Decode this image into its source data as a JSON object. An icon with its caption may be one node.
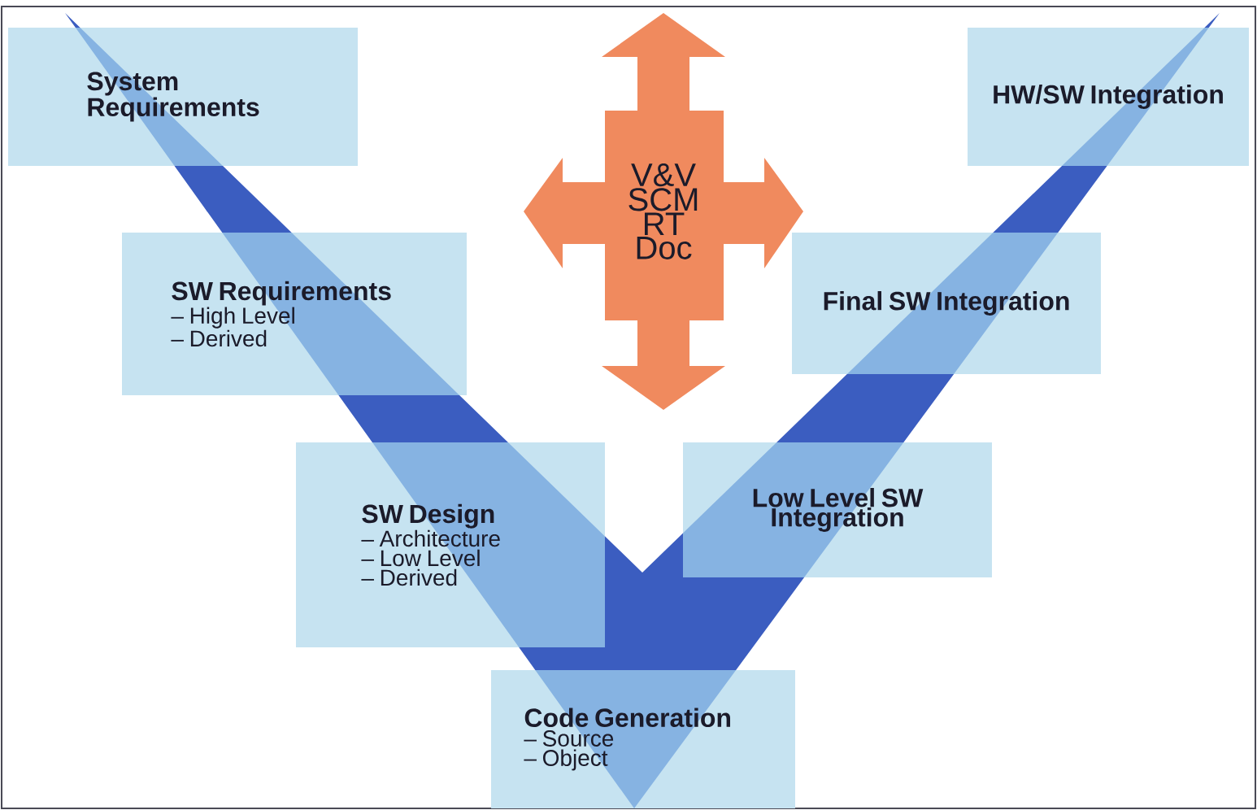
{
  "diagram": {
    "nodes": [
      {
        "text": [
          "System Requirements"
        ]
      },
      {
        "text": [
          "SW Requirements",
          "– High Level",
          "– Derived"
        ]
      },
      {
        "text": [
          "SW Design",
          "– Architecture",
          "– Low Level",
          "– Derived"
        ]
      },
      {
        "text": [
          "Code Generation",
          "– Source",
          "– Object"
        ]
      },
      {
        "text": [
          "Low Level SW Integration"
        ]
      },
      {
        "text": [
          "Final SW Integration"
        ]
      },
      {
        "text": [
          "HW/SW Integration"
        ]
      },
      {
        "text": [
          "V&V",
          "SCM",
          "RT",
          "Doc"
        ]
      }
    ]
  }
}
